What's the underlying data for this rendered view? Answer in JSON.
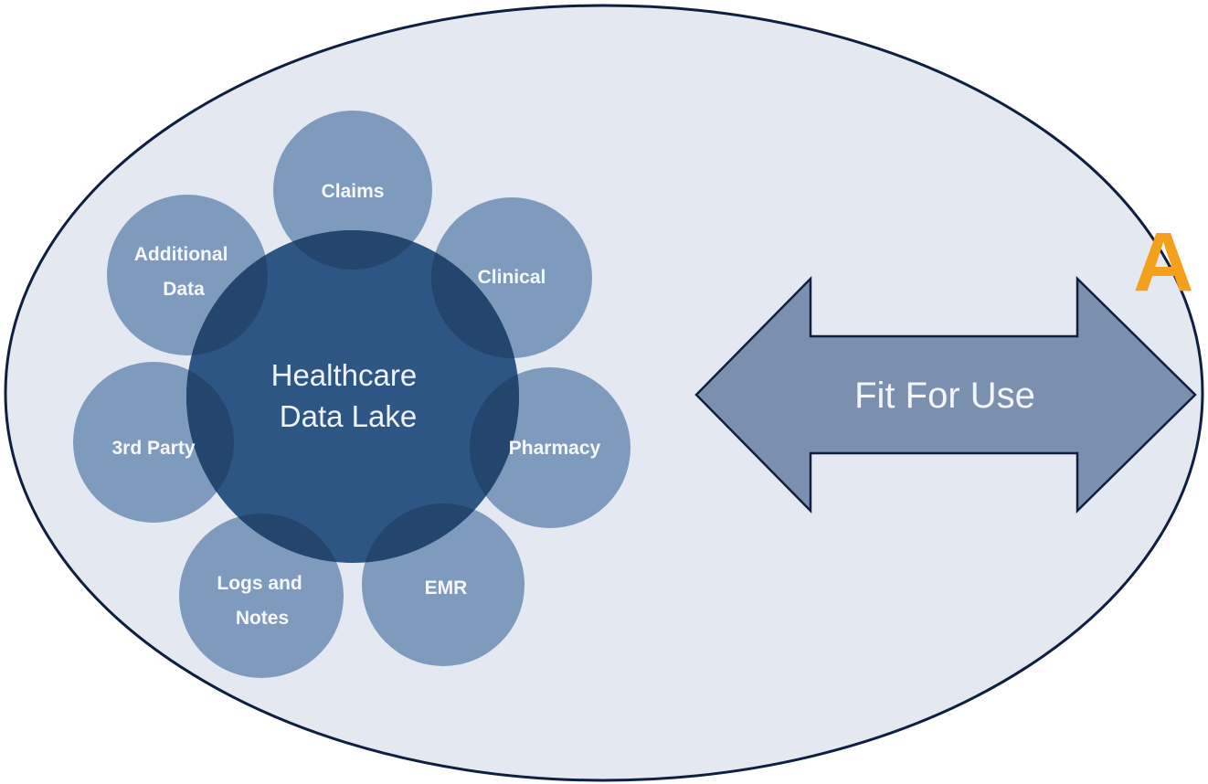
{
  "diagram": {
    "hub": {
      "lines": [
        "Healthcare",
        "Data Lake"
      ]
    },
    "sources": [
      {
        "id": "claims",
        "lines": [
          "Claims"
        ]
      },
      {
        "id": "clinical",
        "lines": [
          "Clinical"
        ]
      },
      {
        "id": "pharmacy",
        "lines": [
          "Pharmacy"
        ]
      },
      {
        "id": "emr",
        "lines": [
          "EMR"
        ]
      },
      {
        "id": "logs-and-notes",
        "lines": [
          "Logs and",
          "Notes"
        ]
      },
      {
        "id": "3rd-party",
        "lines": [
          "3rd Party"
        ]
      },
      {
        "id": "additional-data",
        "lines": [
          "Additional",
          "Data"
        ]
      }
    ],
    "arrow": {
      "label": "Fit For Use"
    },
    "edge_glyph": {
      "text": "A"
    }
  },
  "colors": {
    "background": "#ffffff",
    "ellipse_fill": "#e4e9f1",
    "ellipse_stroke": "#0f1f3f",
    "petal_fill": "#7e9bbd",
    "petal_overlap_fill": "#23456e",
    "hub_fill": "#2e5685",
    "arrow_fill": "#7b8fae",
    "arrow_stroke": "#0f1f3f",
    "edge_glyph": "#f5a01c"
  }
}
